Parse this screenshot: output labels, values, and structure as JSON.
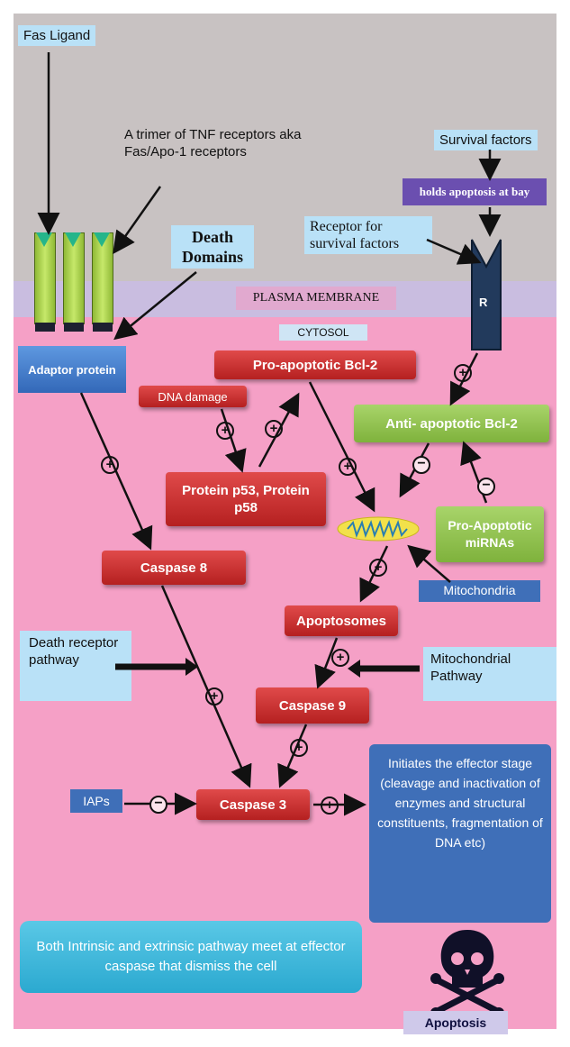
{
  "labels": {
    "fas_ligand": "Fas Ligand",
    "tnf_trimer": "A trimer of TNF receptors aka Fas/Apo-1 receptors",
    "survival_factors": "Survival factors",
    "holds_apoptosis": "holds apoptosis at bay",
    "receptor_survival": "Receptor for survival factors",
    "death_domains": "Death Domains",
    "plasma_membrane": "PLASMA MEMBRANE",
    "cytosol": "CYTOSOL",
    "receptor_r": "R",
    "adaptor_protein": "Adaptor protein",
    "pro_apoptotic_bcl2": "Pro-apoptotic Bcl-2",
    "dna_damage": "DNA damage",
    "anti_apoptotic_bcl2": "Anti- apoptotic Bcl-2",
    "protein_p53": "Protein p53, Protein p58",
    "pro_apoptotic_mirnas": "Pro-Apoptotic miRNAs",
    "caspase8": "Caspase 8",
    "mitochondria": "Mitochondria",
    "apoptosomes": "Apoptosomes",
    "death_receptor_pathway": "Death receptor pathway",
    "mitochondrial_pathway": "Mitochondrial Pathway",
    "caspase9": "Caspase 9",
    "iaps": "IAPs",
    "caspase3": "Caspase 3",
    "effector_stage": "Initiates the effector stage (cleavage and inactivation of enzymes and structural constituents, fragmentation of DNA etc)",
    "both_pathways": "Both Intrinsic and extrinsic pathway meet at effector caspase that dismiss the cell",
    "apoptosis": "Apoptosis"
  },
  "colors": {
    "top_bg": "#c8c2c2",
    "membrane": "#c9bde0",
    "cytosol": "#f5a0c6",
    "red_box": "#c43030",
    "green_box": "#8fc24c",
    "blue_box": "#3f6fb8",
    "light_blue": "#b9e1f7"
  },
  "icons": [
    "skull-crossbones-icon",
    "mitochondrion-icon"
  ]
}
